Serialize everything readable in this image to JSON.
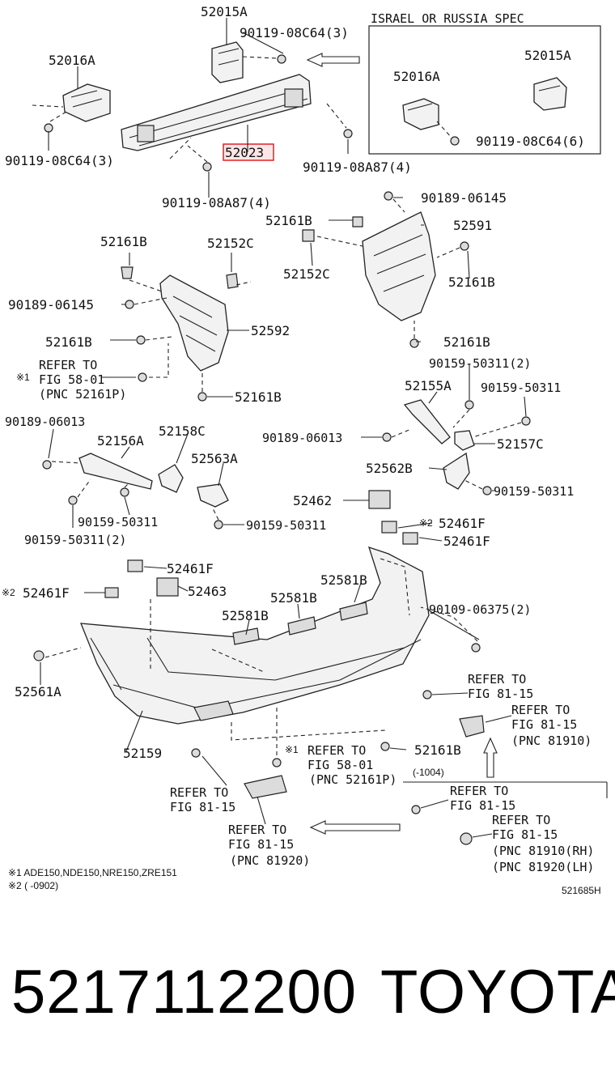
{
  "callouts": [
    "52015A",
    "90119-08C64(3)",
    "ISRAEL OR RUSSIA SPEC",
    "52016A",
    "52015A",
    "52016A",
    "52023",
    "90119-08C64(3)",
    "90119-08A87(4)",
    "90119-08C64(6)",
    "90119-08A87(4)",
    "90189-06145",
    "52161B",
    "52591",
    "52161B",
    "52152C",
    "52152C",
    "52161B",
    "90189-06145",
    "52592",
    "52161B",
    "52161B",
    "REFER TO",
    "FIG 58-01",
    "(PNC 52161P)",
    "52161B",
    "90159-50311(2)",
    "52155A",
    "90159-50311",
    "90189-06013",
    "52158C",
    "52156A",
    "90189-06013",
    "52157C",
    "52563A",
    "52562B",
    "90159-50311",
    "90159-50311",
    "90159-50311",
    "90159-50311(2)",
    "52462",
    "52461F",
    "52461F",
    "52461F",
    "52581B",
    "52463",
    "52461F",
    "52581B",
    "52581B",
    "90109-06375(2)",
    "REFER TO",
    "FIG 81-15",
    "REFER TO",
    "FIG 81-15",
    "(PNC 81910)",
    "52561A",
    "52159",
    "REFER TO",
    "52161B",
    "FIG 58-01",
    "(PNC 52161P)",
    "(-1004)",
    "REFER TO",
    "FIG 81-15",
    "REFER TO",
    "FIG 81-15",
    "REFER TO",
    "FIG 81-15",
    "(PNC 81910(RH)",
    "(PNC 81920(LH)",
    "REFER TO",
    "FIG 81-15",
    "(PNC 81920)"
  ],
  "marks": {
    "note1": "※1",
    "note2": "※2"
  },
  "notes": {
    "n1": "※1 ADE150,NDE150,NRE150,ZRE151",
    "n2": "※2 (     -0902)"
  },
  "figure_id": "521685H",
  "highlighted_part": "52023",
  "footer": {
    "part_number": "5217112200",
    "brand": "TOYOTA"
  },
  "colors": {
    "highlight": "#e0202a",
    "ink": "#111111",
    "background": "#ffffff"
  }
}
